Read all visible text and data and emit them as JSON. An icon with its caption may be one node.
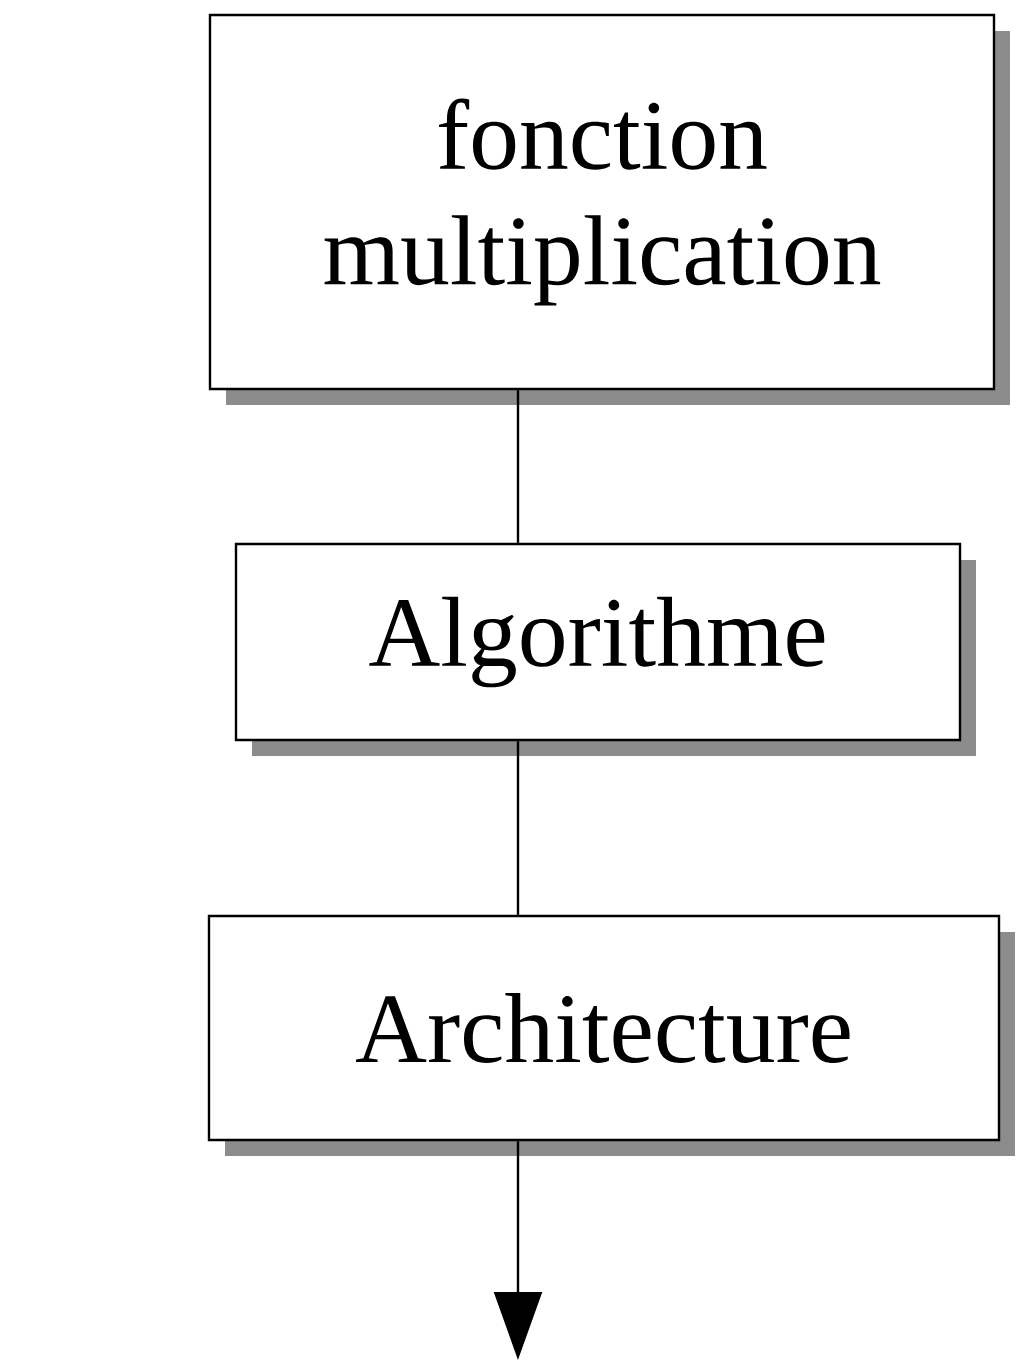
{
  "diagram": {
    "nodes": [
      {
        "text": [
          "fonction multiplication"
        ]
      },
      {
        "text": [
          "Algorithme"
        ]
      },
      {
        "text": [
          "Architecture"
        ]
      }
    ],
    "edges": [
      {
        "from": 0,
        "to": 1,
        "arrow": "none"
      },
      {
        "from": 1,
        "to": 2,
        "arrow": "none"
      },
      {
        "from": 2,
        "to": null,
        "arrow": "to"
      }
    ]
  }
}
